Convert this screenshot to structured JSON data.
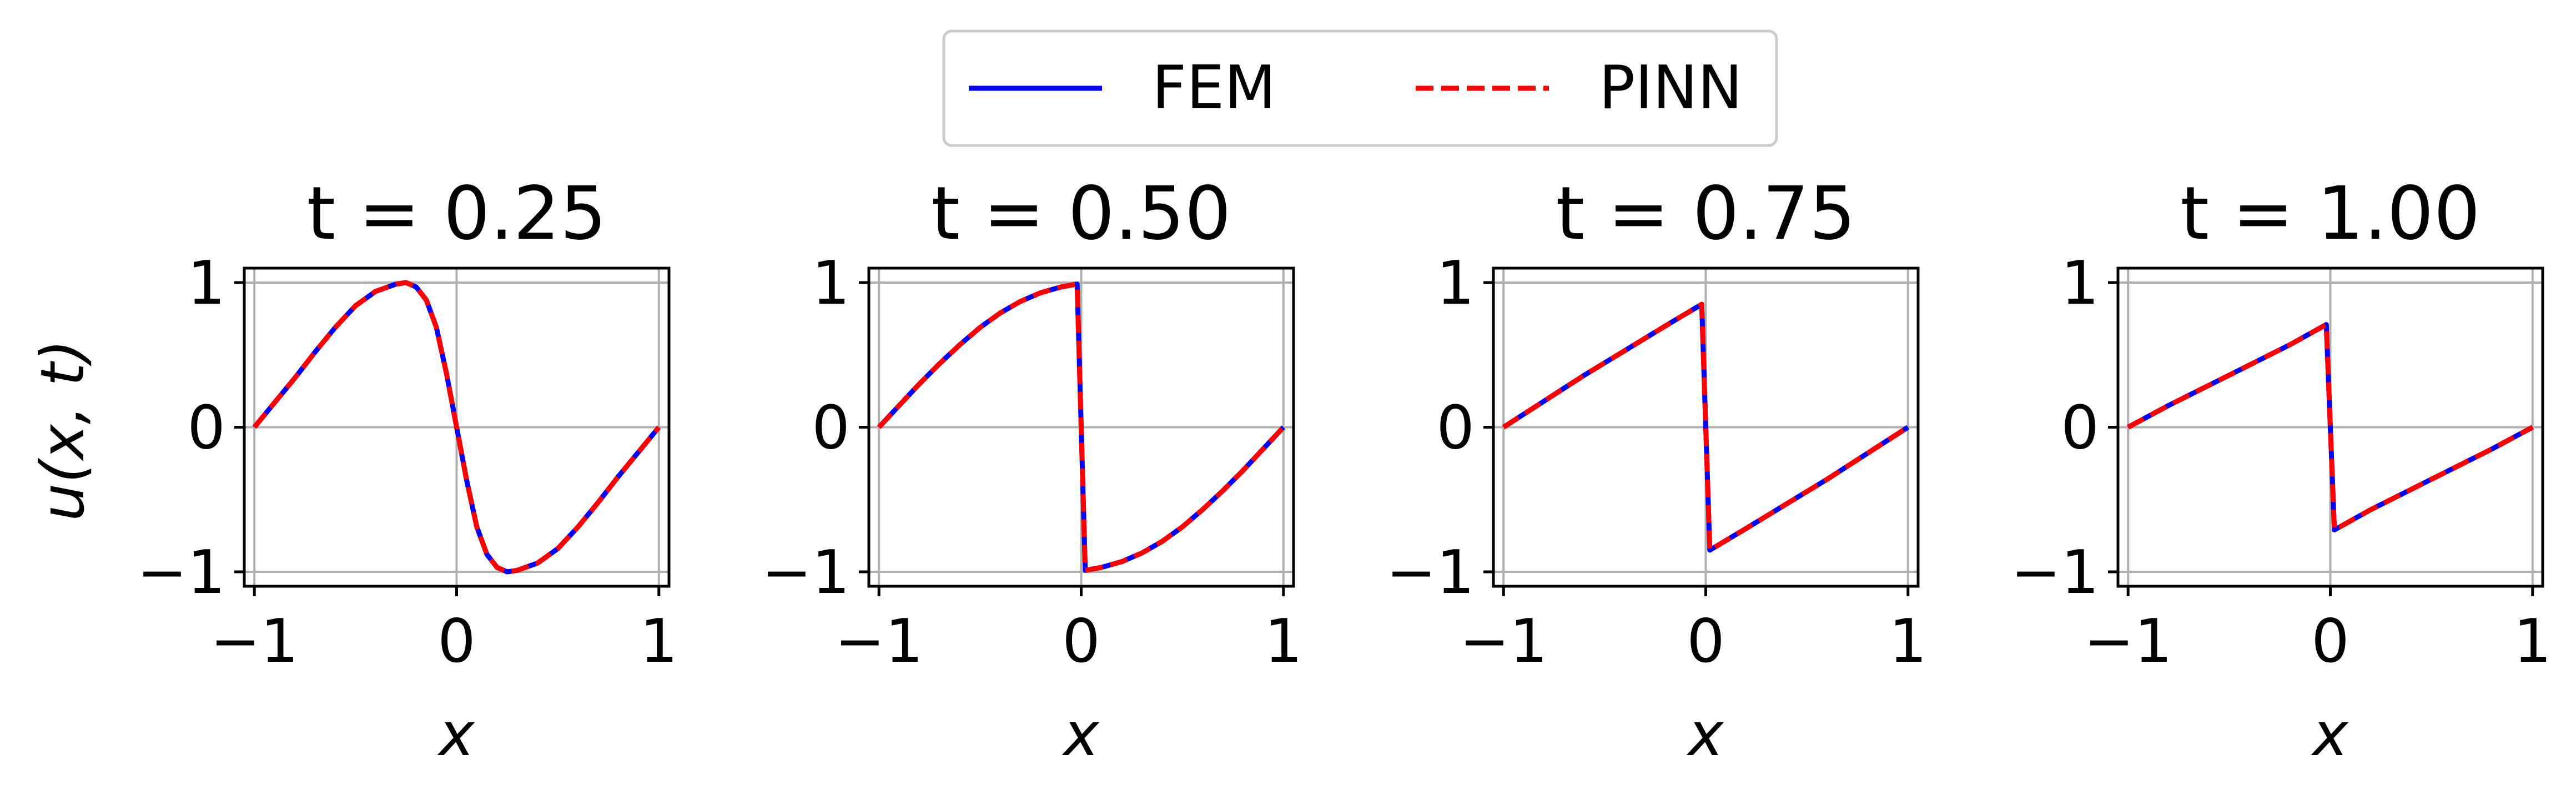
{
  "legend": {
    "placement": "top-center",
    "entries": [
      {
        "label": "FEM",
        "color": "#0000ff",
        "style": "solid"
      },
      {
        "label": "PINN",
        "color": "#ff0000",
        "style": "dashed"
      }
    ]
  },
  "ylabel": "u(x, t)",
  "xlabel": "x",
  "x_tick_labels": [
    "−1",
    "0",
    "1"
  ],
  "y_tick_labels": [
    "−1",
    "0",
    "1"
  ],
  "chart_data": [
    {
      "type": "line",
      "title": "t = 0.25",
      "xlabel": "x",
      "ylabel": "u(x, t)",
      "xlim": [
        -1.05,
        1.05
      ],
      "ylim": [
        -1.1,
        1.1
      ],
      "grid": true,
      "series": [
        {
          "name": "FEM",
          "x": [
            -1.0,
            -0.9,
            -0.8,
            -0.7,
            -0.6,
            -0.5,
            -0.4,
            -0.3,
            -0.25,
            -0.2,
            -0.15,
            -0.1,
            -0.05,
            0.0,
            0.05,
            0.1,
            0.15,
            0.2,
            0.25,
            0.3,
            0.4,
            0.5,
            0.6,
            0.7,
            0.8,
            0.9,
            1.0
          ],
          "y": [
            0.0,
            0.17,
            0.34,
            0.52,
            0.69,
            0.84,
            0.94,
            0.99,
            1.0,
            0.97,
            0.88,
            0.69,
            0.37,
            0.0,
            -0.37,
            -0.69,
            -0.88,
            -0.97,
            -1.0,
            -0.99,
            -0.94,
            -0.84,
            -0.69,
            -0.52,
            -0.34,
            -0.17,
            0.0
          ]
        },
        {
          "name": "PINN",
          "x": [
            -1.0,
            -0.9,
            -0.8,
            -0.7,
            -0.6,
            -0.5,
            -0.4,
            -0.3,
            -0.25,
            -0.2,
            -0.15,
            -0.1,
            -0.05,
            0.0,
            0.05,
            0.1,
            0.15,
            0.2,
            0.25,
            0.3,
            0.4,
            0.5,
            0.6,
            0.7,
            0.8,
            0.9,
            1.0
          ],
          "y": [
            0.0,
            0.17,
            0.34,
            0.52,
            0.69,
            0.84,
            0.94,
            0.99,
            1.0,
            0.97,
            0.88,
            0.69,
            0.37,
            0.0,
            -0.37,
            -0.69,
            -0.88,
            -0.97,
            -1.0,
            -0.99,
            -0.94,
            -0.84,
            -0.69,
            -0.52,
            -0.34,
            -0.17,
            0.0
          ]
        }
      ]
    },
    {
      "type": "line",
      "title": "t = 0.50",
      "xlabel": "x",
      "xlim": [
        -1.05,
        1.05
      ],
      "ylim": [
        -1.1,
        1.1
      ],
      "grid": true,
      "series": [
        {
          "name": "FEM",
          "x": [
            -1.0,
            -0.9,
            -0.8,
            -0.7,
            -0.6,
            -0.5,
            -0.4,
            -0.3,
            -0.2,
            -0.1,
            -0.02,
            0.0,
            0.02,
            0.1,
            0.2,
            0.3,
            0.4,
            0.5,
            0.6,
            0.7,
            0.8,
            0.9,
            1.0
          ],
          "y": [
            0.0,
            0.15,
            0.3,
            0.44,
            0.57,
            0.69,
            0.79,
            0.87,
            0.93,
            0.97,
            0.99,
            0.0,
            -0.99,
            -0.97,
            -0.93,
            -0.87,
            -0.79,
            -0.69,
            -0.57,
            -0.44,
            -0.3,
            -0.15,
            0.0
          ]
        },
        {
          "name": "PINN",
          "x": [
            -1.0,
            -0.9,
            -0.8,
            -0.7,
            -0.6,
            -0.5,
            -0.4,
            -0.3,
            -0.2,
            -0.1,
            -0.02,
            0.0,
            0.02,
            0.1,
            0.2,
            0.3,
            0.4,
            0.5,
            0.6,
            0.7,
            0.8,
            0.9,
            1.0
          ],
          "y": [
            0.0,
            0.15,
            0.3,
            0.44,
            0.57,
            0.69,
            0.79,
            0.87,
            0.93,
            0.97,
            0.99,
            0.0,
            -0.99,
            -0.97,
            -0.93,
            -0.87,
            -0.79,
            -0.69,
            -0.57,
            -0.44,
            -0.3,
            -0.15,
            0.0
          ]
        }
      ]
    },
    {
      "type": "line",
      "title": "t = 0.75",
      "xlabel": "x",
      "xlim": [
        -1.05,
        1.05
      ],
      "ylim": [
        -1.1,
        1.1
      ],
      "grid": true,
      "series": [
        {
          "name": "FEM",
          "x": [
            -1.0,
            -0.8,
            -0.6,
            -0.4,
            -0.2,
            -0.02,
            0.0,
            0.02,
            0.2,
            0.4,
            0.6,
            0.8,
            1.0
          ],
          "y": [
            0.0,
            0.18,
            0.36,
            0.53,
            0.7,
            0.85,
            0.0,
            -0.85,
            -0.7,
            -0.53,
            -0.36,
            -0.18,
            0.0
          ]
        },
        {
          "name": "PINN",
          "x": [
            -1.0,
            -0.8,
            -0.6,
            -0.4,
            -0.2,
            -0.02,
            0.0,
            0.02,
            0.2,
            0.4,
            0.6,
            0.8,
            1.0
          ],
          "y": [
            0.0,
            0.18,
            0.36,
            0.53,
            0.7,
            0.85,
            0.0,
            -0.85,
            -0.7,
            -0.53,
            -0.36,
            -0.18,
            0.0
          ]
        }
      ]
    },
    {
      "type": "line",
      "title": "t = 1.00",
      "xlabel": "x",
      "xlim": [
        -1.05,
        1.05
      ],
      "ylim": [
        -1.1,
        1.1
      ],
      "grid": true,
      "series": [
        {
          "name": "FEM",
          "x": [
            -1.0,
            -0.8,
            -0.6,
            -0.4,
            -0.2,
            -0.02,
            0.0,
            0.02,
            0.2,
            0.4,
            0.6,
            0.8,
            1.0
          ],
          "y": [
            0.0,
            0.15,
            0.29,
            0.43,
            0.57,
            0.71,
            0.0,
            -0.71,
            -0.57,
            -0.43,
            -0.29,
            -0.15,
            0.0
          ]
        },
        {
          "name": "PINN",
          "x": [
            -1.0,
            -0.8,
            -0.6,
            -0.4,
            -0.2,
            -0.02,
            0.0,
            0.02,
            0.2,
            0.4,
            0.6,
            0.8,
            1.0
          ],
          "y": [
            0.0,
            0.15,
            0.29,
            0.43,
            0.57,
            0.71,
            0.0,
            -0.71,
            -0.57,
            -0.43,
            -0.29,
            -0.15,
            0.0
          ]
        }
      ]
    }
  ]
}
